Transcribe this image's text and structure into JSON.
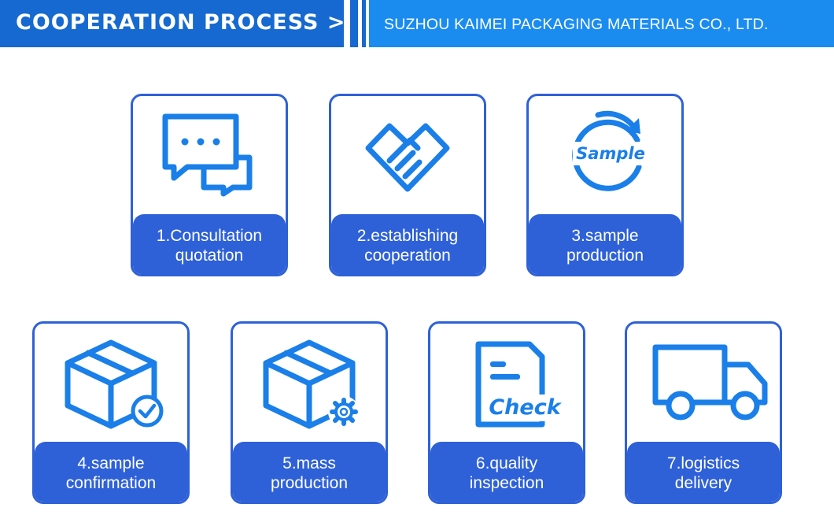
{
  "header": {
    "title": "COOPERATION PROCESS >>",
    "company": "SUZHOU KAIMEI PACKAGING MATERIALS CO., LTD."
  },
  "colors": {
    "header_dark": "#1669d0",
    "header_light": "#1a8cf0",
    "card_blue": "#2e61d8",
    "icon_blue": "#1a7fe8"
  },
  "steps": [
    {
      "line1": "1.Consultation",
      "line2": "quotation",
      "icon": "chat-icon"
    },
    {
      "line1": "2.establishing",
      "line2": "cooperation",
      "icon": "handshake-heart-icon"
    },
    {
      "line1": "3.sample",
      "line2": "production",
      "icon": "sample-cycle-icon",
      "icon_text": "Sample"
    },
    {
      "line1": "4.sample",
      "line2": "confirmation",
      "icon": "box-check-icon"
    },
    {
      "line1": "5.mass",
      "line2": "production",
      "icon": "box-gear-icon"
    },
    {
      "line1": "6.quality",
      "line2": "inspection",
      "icon": "check-document-icon",
      "icon_text": "Check"
    },
    {
      "line1": "7.logistics",
      "line2": "delivery",
      "icon": "truck-icon"
    }
  ]
}
